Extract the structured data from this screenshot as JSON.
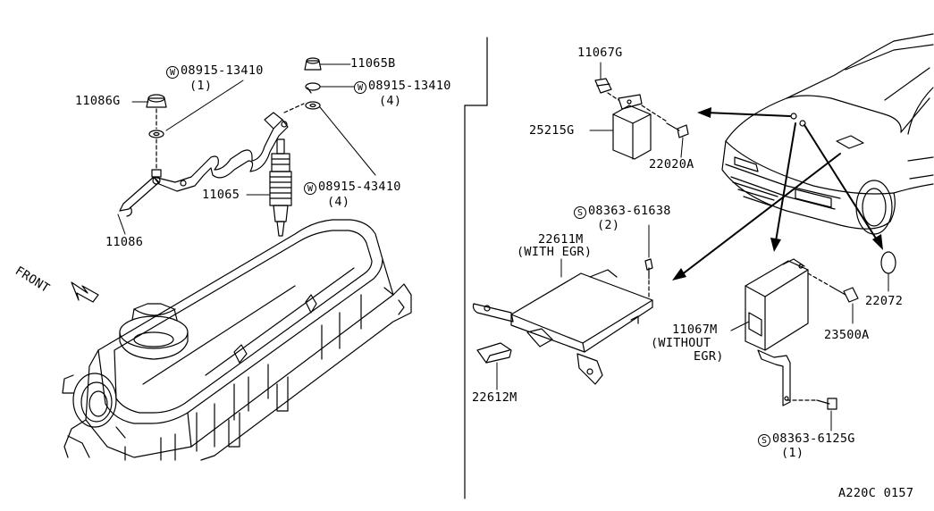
{
  "labels": {
    "bolt_11086g": "11086G",
    "washer_top_w": {
      "prefix": "W",
      "part": "08915-13410",
      "qty": "(1)"
    },
    "nut_11065b": "11065B",
    "washer_right_w": {
      "prefix": "W",
      "part": "08915-13410",
      "qty": "(4)"
    },
    "glow_plug": "11065",
    "washer_4341": {
      "prefix": "W",
      "part": "08915-43410",
      "qty": "(4)"
    },
    "bus_bar": "11086",
    "front": "FRONT",
    "clip_11067g": "11067G",
    "relay_25215g": "25215G",
    "screw_22020a": "22020A",
    "screw_s1": {
      "prefix": "S",
      "part": "08363-61638",
      "qty": "(2)"
    },
    "control_unit": {
      "part": "22611M",
      "note": "(WITH EGR)"
    },
    "bracket_22612m": "22612M",
    "timer_unit": {
      "part": "11067M",
      "note1": "(WITHOUT",
      "note2": "EGR)"
    },
    "bolt_23500a": "23500A",
    "grommet_22072": "22072",
    "screw_s2": {
      "prefix": "S",
      "part": "08363-6125G",
      "qty": "(1)"
    },
    "diagram_code": "A220C 0157"
  }
}
